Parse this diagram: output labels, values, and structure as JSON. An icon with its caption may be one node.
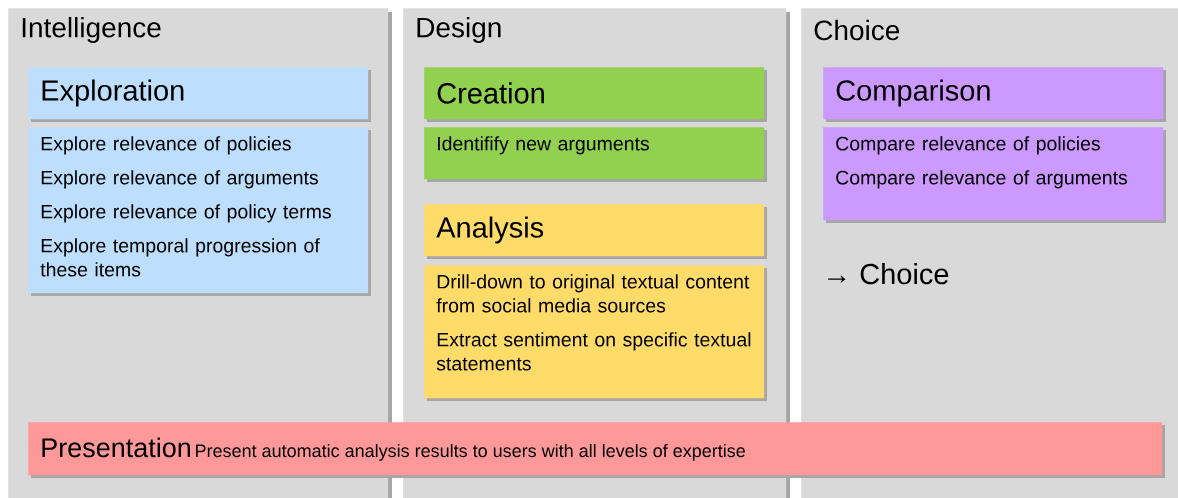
{
  "diagram": {
    "nodes": [
      {
        "text": [
          "Intelligence"
        ]
      },
      {
        "text": [
          "Exploration"
        ],
        "in": 0
      },
      {
        "text": [
          "Explore relevance of policies",
          "Explore relevance of arguments",
          "Explore relevance of policy terms",
          "Explore temporal progression of these items"
        ],
        "in": 0
      },
      {
        "text": [
          "Design"
        ]
      },
      {
        "text": [
          "Creation"
        ],
        "in": 3
      },
      {
        "text": [
          "Identifify new arguments"
        ],
        "in": 3
      },
      {
        "text": [
          "Analysis"
        ],
        "in": 3
      },
      {
        "text": [
          "Drill-down to original textual content from social media sources",
          "Extract sentiment on specific textual statements"
        ],
        "in": 3
      },
      {
        "text": [
          "Choice"
        ]
      },
      {
        "text": [
          "Comparison"
        ],
        "in": 8
      },
      {
        "text": [
          "Compare relevance of policies",
          "Compare relevance of arguments"
        ],
        "in": 8
      },
      {
        "text": [
          "Presentation",
          "Present automatic analysis results to users with all levels of expertise"
        ]
      }
    ],
    "labels": [
      "→ Choice"
    ]
  }
}
